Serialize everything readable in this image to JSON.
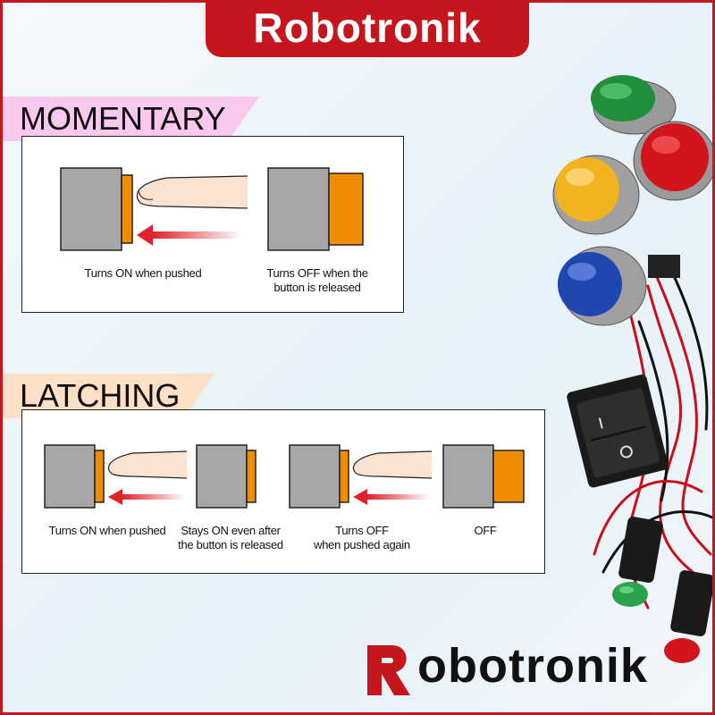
{
  "brand": {
    "name": "Robotronik",
    "name_tail": "obotronik"
  },
  "momentary": {
    "title": "MOMENTARY",
    "captions": [
      {
        "lines": [
          "Turns ON when pushed"
        ]
      },
      {
        "lines": [
          "Turns OFF when the",
          "button is released"
        ]
      }
    ]
  },
  "latching": {
    "title": "LATCHING",
    "captions": [
      {
        "lines": [
          "Turns ON when pushed"
        ]
      },
      {
        "lines": [
          "Stays ON even after",
          "the button is released"
        ]
      },
      {
        "lines": [
          "Turns OFF",
          "when pushed again"
        ]
      },
      {
        "lines": [
          "OFF"
        ]
      }
    ]
  },
  "colors": {
    "brand_red": "#c4161c",
    "switch_gray": "#a7a7a7",
    "actuator_orange": "#f08c00",
    "momentary_banner": "#f9c8ec",
    "latching_banner": "#fde0c6"
  }
}
